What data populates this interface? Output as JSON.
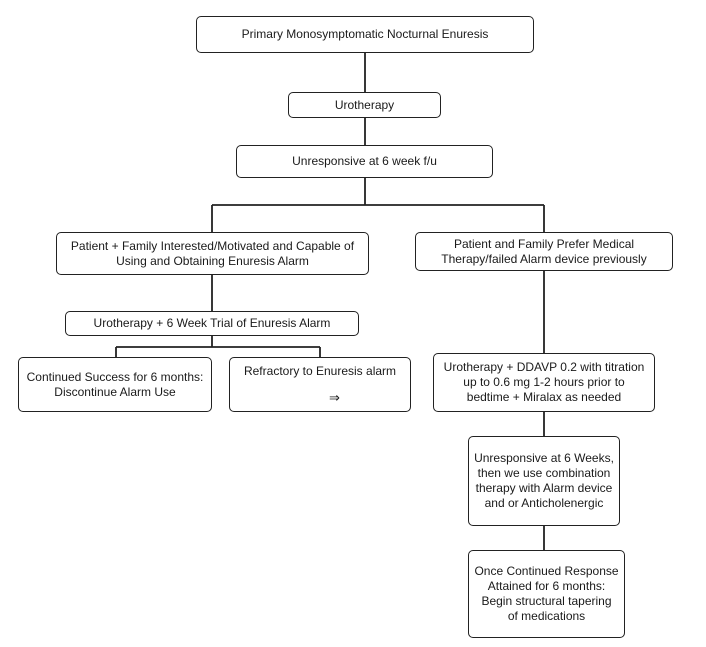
{
  "nodes": {
    "primary": "Primary Monosymptomatic Nocturnal Enuresis",
    "urotherapy": "Urotherapy",
    "unresponsive_6wk": "Unresponsive at 6 week f/u",
    "alarm_path": "Patient + Family Interested/Motivated and Capable of\nUsing and Obtaining Enuresis Alarm",
    "medical_path": "Patient and Family Prefer Medical\nTherapy/failed Alarm device previously",
    "alarm_trial": "Urotherapy + 6 Week Trial of Enuresis Alarm",
    "continued_success": "Continued Success for 6 months:\nDiscontinue Alarm Use",
    "refractory": "Refractory to Enuresis alarm",
    "refractory_arrow": "⇒",
    "ddavp": "Urotherapy + DDAVP 0.2 with titration\nup to 0.6  mg 1-2 hours prior to\nbedtime + Miralax as needed",
    "unresponsive_combo": "Unresponsive at 6 Weeks,\nthen we use combination\ntherapy with Alarm device\nand or Anticholenergic",
    "taper": "Once Continued Response\nAttained for 6 months:\nBegin structural tapering\nof medications"
  }
}
